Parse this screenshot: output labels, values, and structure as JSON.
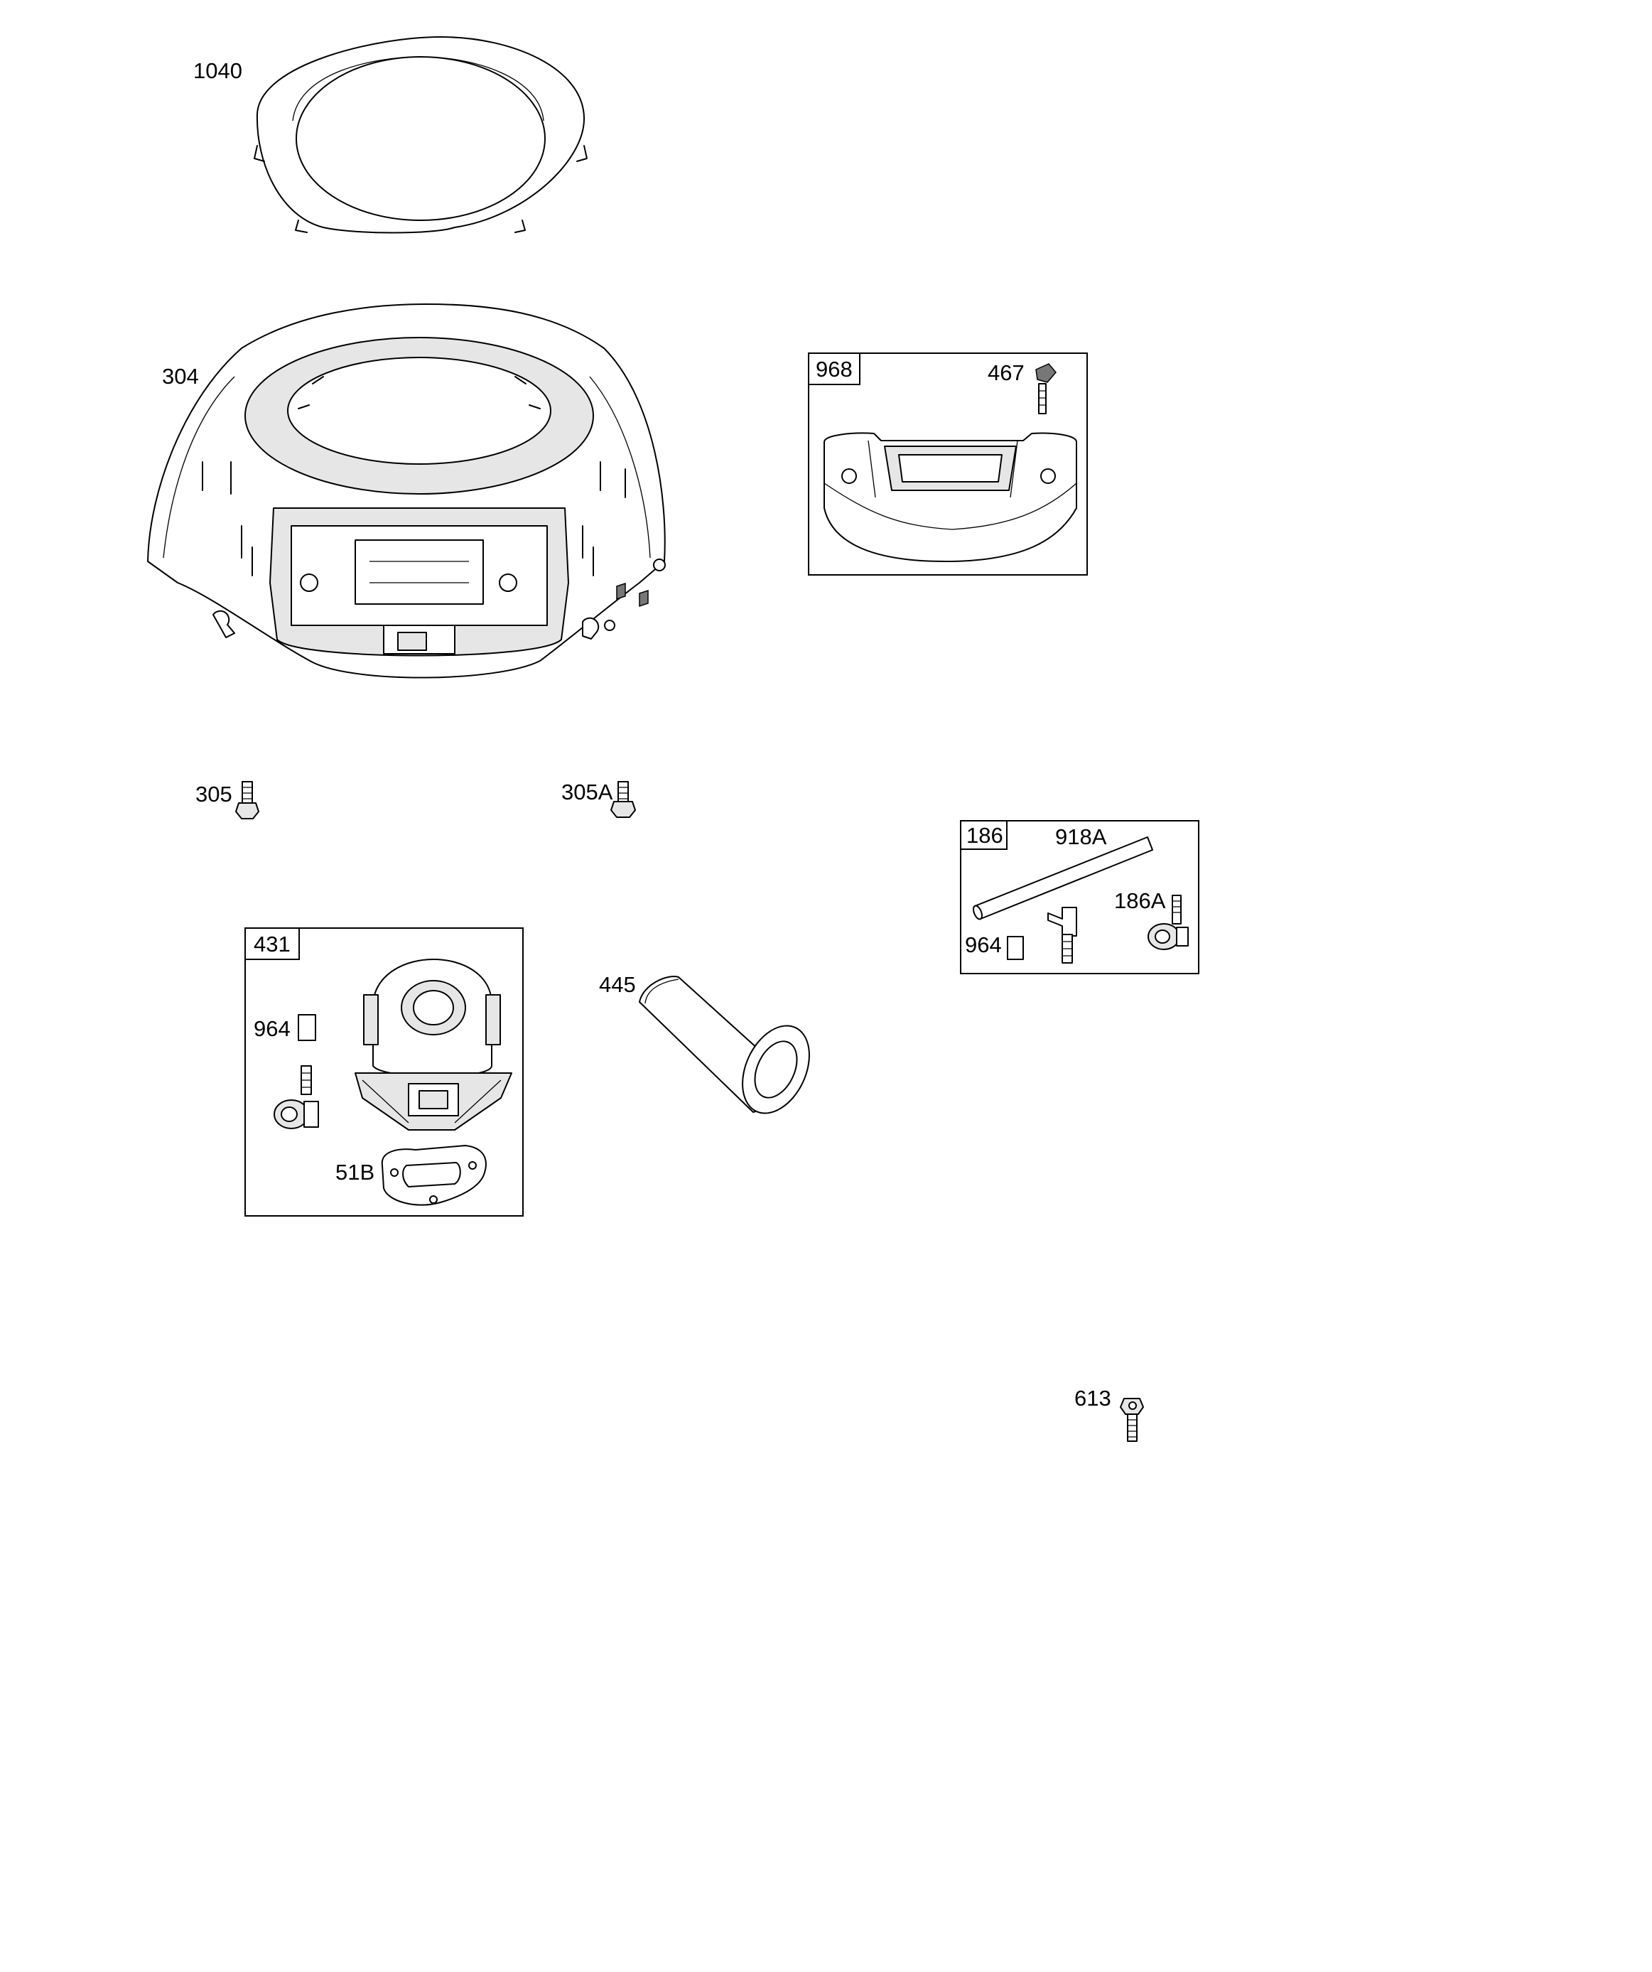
{
  "parts": {
    "p1040": "1040",
    "p304": "304",
    "p968": "968",
    "p467": "467",
    "p305": "305",
    "p305a": "305A",
    "p186": "186",
    "p918a": "918A",
    "p186a": "186A",
    "p964_kit186": "964",
    "p431": "431",
    "p964_kit431": "964",
    "p51b": "51B",
    "p445": "445",
    "p613": "613"
  },
  "icons": [
    "ring-icon",
    "blower-housing-icon",
    "cover-icon",
    "thumbscrew-icon",
    "bolt-icon",
    "hose-icon",
    "fitting-icon",
    "air-cleaner-base-icon",
    "gasket-icon",
    "filter-cartridge-icon"
  ]
}
